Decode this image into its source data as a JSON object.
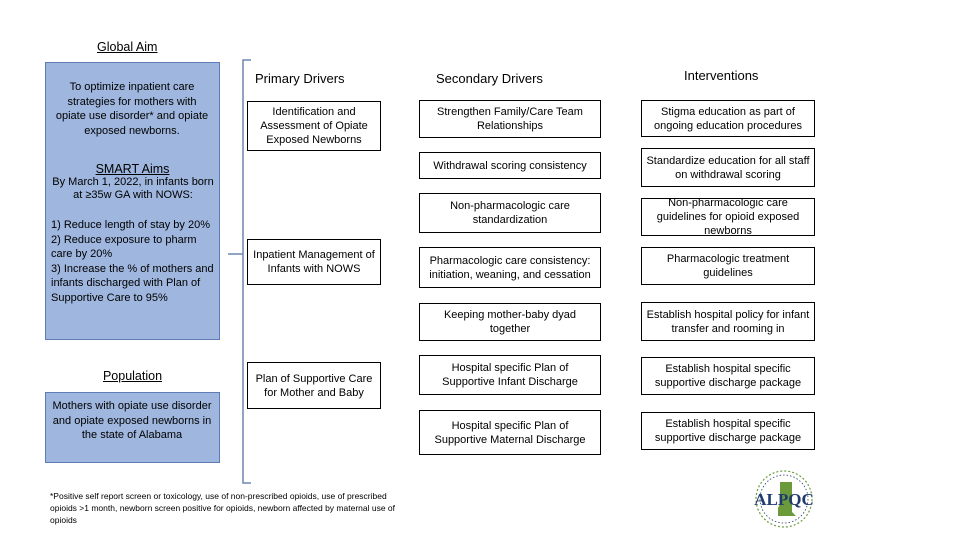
{
  "global_aim": {
    "heading": "Global Aim",
    "text": "To optimize inpatient care strategies for mothers with opiate use disorder* and opiate exposed newborns."
  },
  "smart_aims": {
    "heading": "SMART Aims",
    "intro": "By March 1, 2022, in infants born at ≥35w GA with NOWS:",
    "goals": "1) Reduce length of stay by 20%\n2) Reduce exposure to pharm care by 20%\n3) Increase the % of mothers and infants discharged with Plan of Supportive Care to 95%"
  },
  "population": {
    "heading": "Population",
    "text": "Mothers with opiate use disorder and opiate exposed newborns in the state of Alabama"
  },
  "columns": {
    "primary": "Primary Drivers",
    "secondary": "Secondary Drivers",
    "interventions": "Interventions"
  },
  "primary_drivers": [
    "Identification and Assessment of Opiate Exposed Newborns",
    "Inpatient Management of Infants with NOWS",
    "Plan of Supportive Care for Mother and Baby"
  ],
  "secondary_drivers": [
    "Strengthen Family/Care Team Relationships",
    "Withdrawal scoring consistency",
    "Non-pharmacologic care standardization",
    "Pharmacologic care consistency: initiation, weaning, and cessation",
    "Keeping mother-baby dyad together",
    "Hospital specific Plan of Supportive Infant Discharge",
    "Hospital specific Plan of Supportive Maternal Discharge"
  ],
  "interventions": [
    "Stigma education as part of ongoing education procedures",
    "Standardize education for all staff on withdrawal scoring",
    "Non-pharmacologic care guidelines for opioid exposed newborns",
    "Pharmacologic treatment guidelines",
    "Establish hospital policy for infant transfer and rooming in",
    "Establish hospital specific supportive discharge package",
    "Establish hospital specific supportive discharge package"
  ],
  "footnote": "*Positive self report screen or toxicology, use of non-prescribed opioids, use of prescribed opioids >1 month, newborn screen positive for opioids, newborn affected by maternal use of opioids",
  "logo": {
    "text": "ALPQC",
    "colors": {
      "navy": "#1f3b6e",
      "green": "#6a9a3a"
    }
  }
}
